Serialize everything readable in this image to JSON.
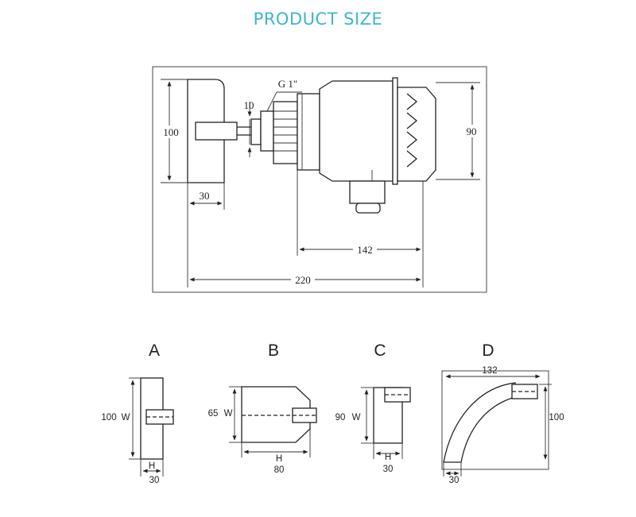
{
  "title": "PRODUCT SIZE",
  "main_drawing": {
    "thread_label": "G 1\"",
    "dim_10": "10",
    "dim_100": "100",
    "dim_90": "90",
    "dim_30": "30",
    "dim_142": "142",
    "dim_220": "220"
  },
  "variants": [
    {
      "letter": "A",
      "height_label": "100",
      "height_symbol": "W",
      "width_symbol": "H",
      "width_label": "30"
    },
    {
      "letter": "B",
      "height_label": "65",
      "height_symbol": "W",
      "width_symbol": "H",
      "width_label": "80"
    },
    {
      "letter": "C",
      "height_label": "90",
      "height_symbol": "W",
      "width_symbol": "H",
      "width_label": "30"
    },
    {
      "letter": "D",
      "top_label": "132",
      "height_label": "100",
      "width_label": "30"
    }
  ]
}
